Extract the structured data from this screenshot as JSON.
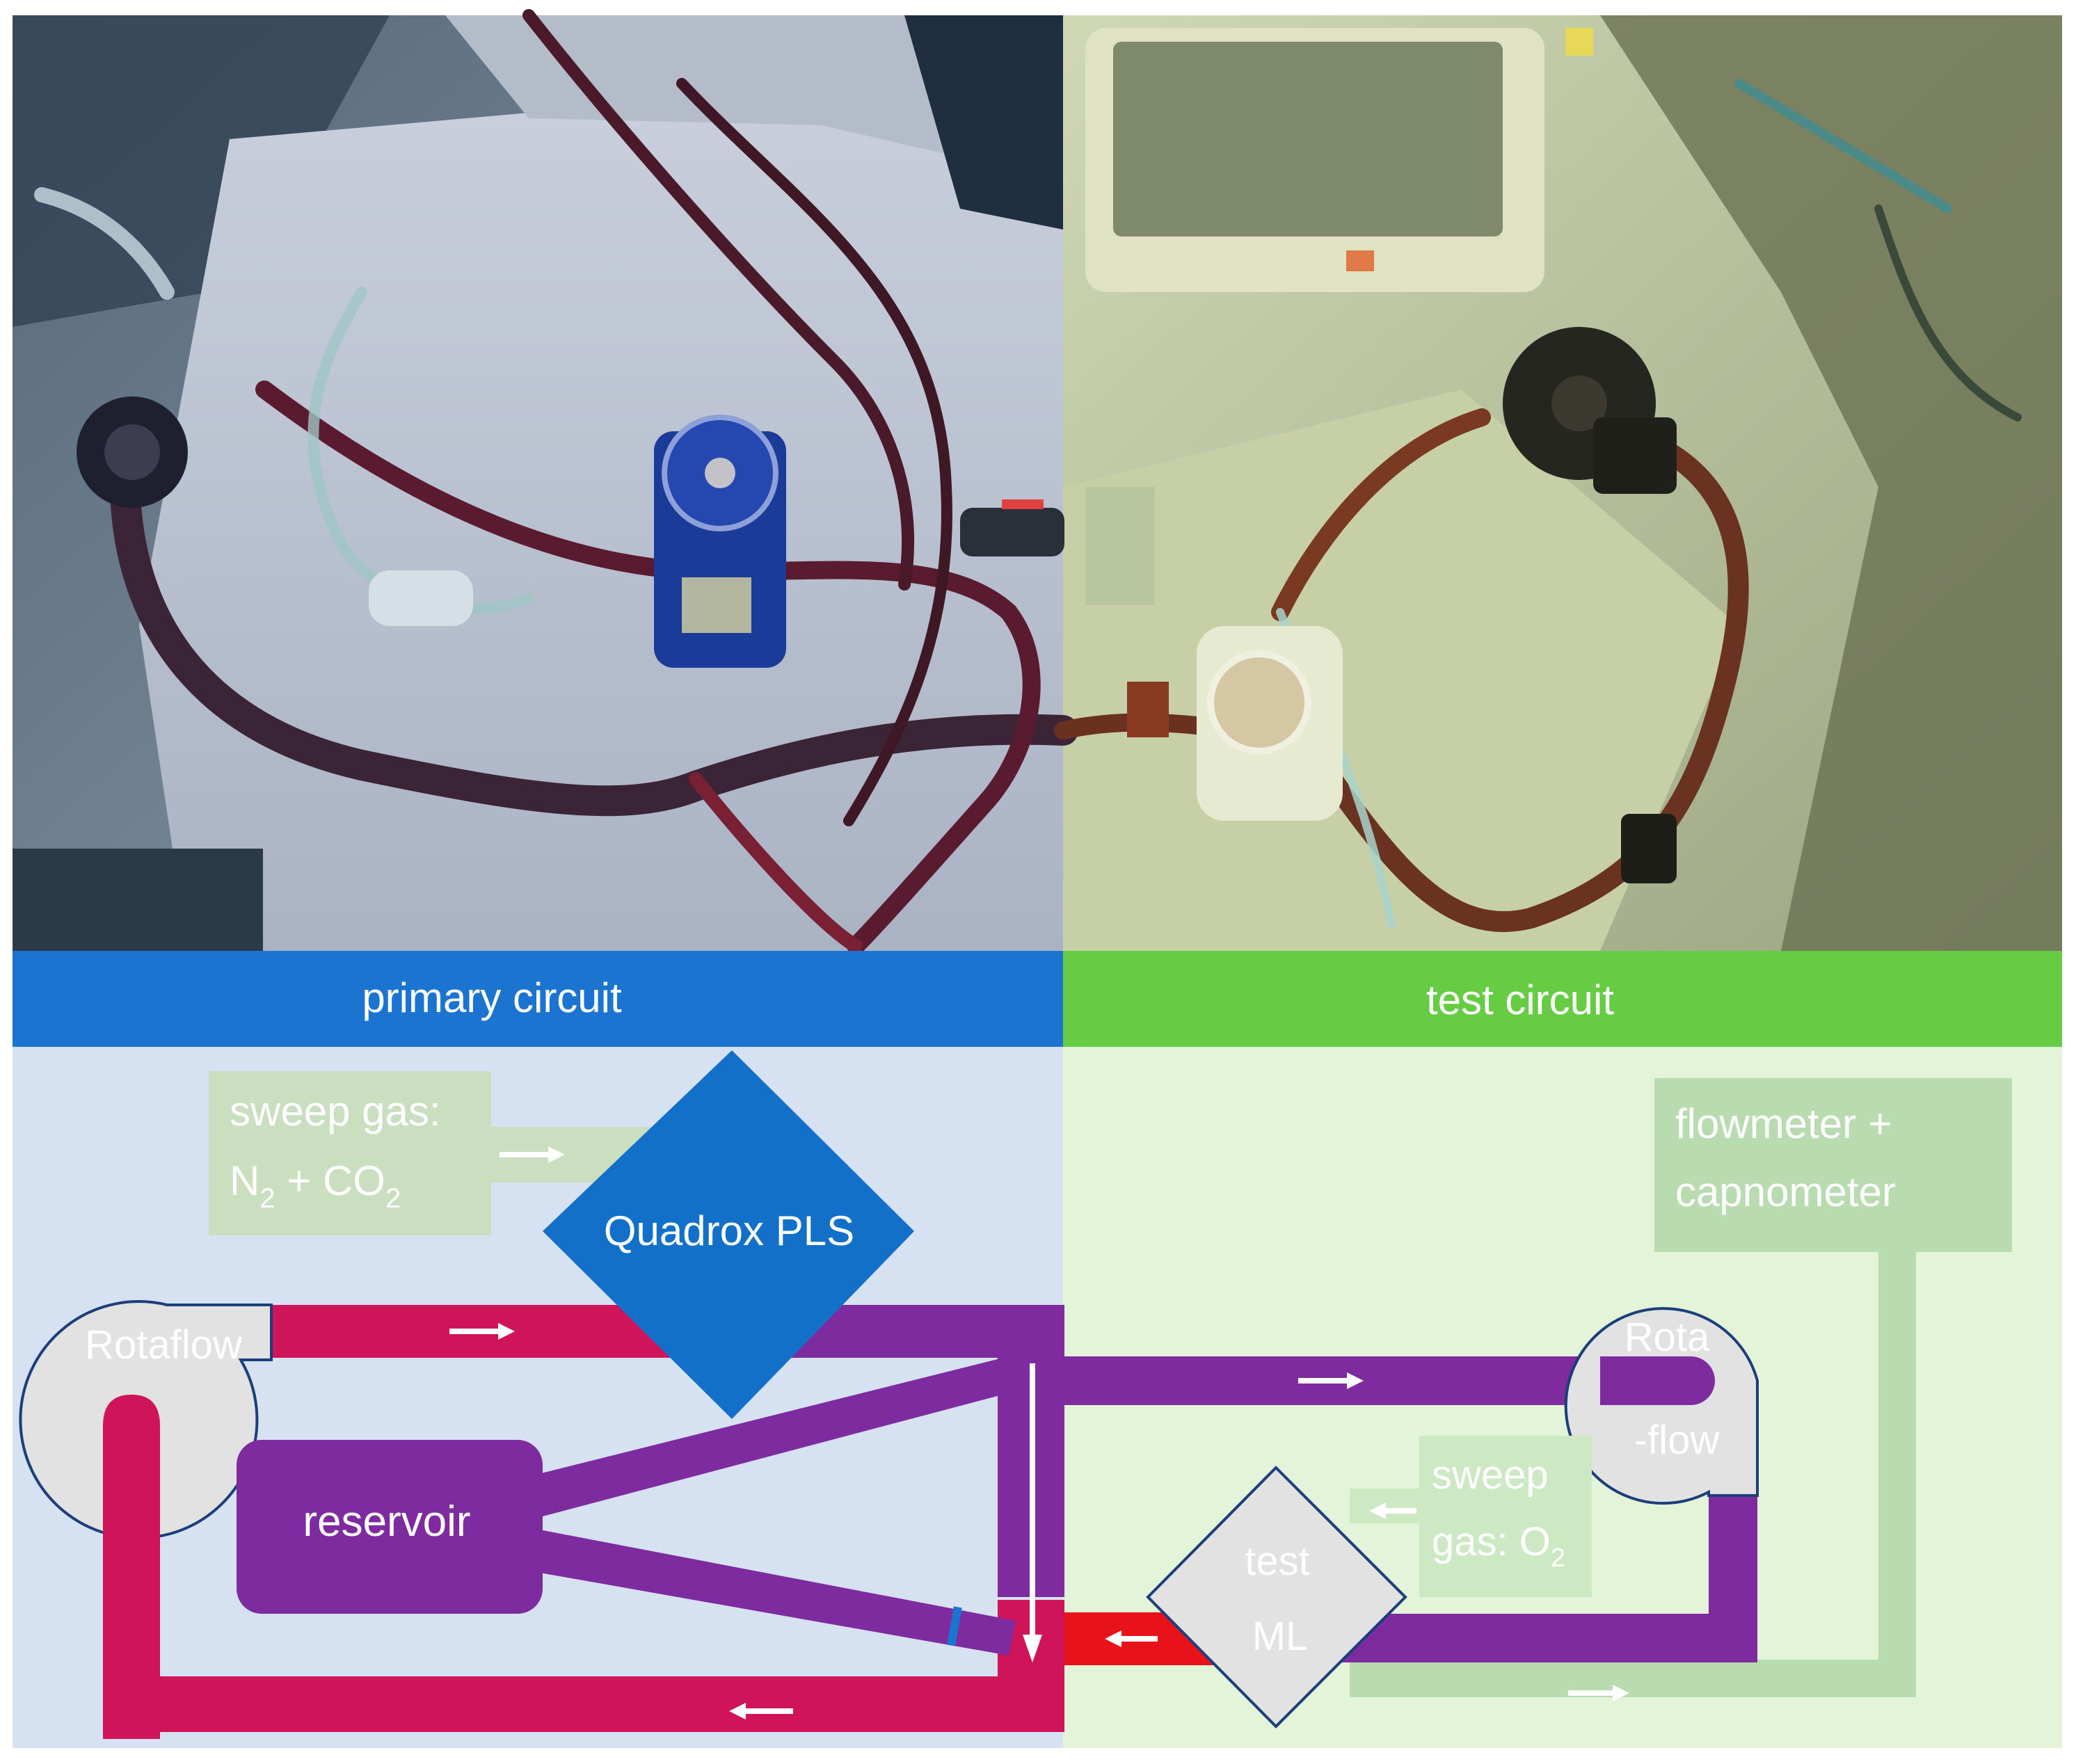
{
  "headers": {
    "primary": "primary circuit",
    "test": "test circuit"
  },
  "labels": {
    "sweep_gas_primary_line1": "sweep gas:",
    "sweep_gas_primary_line2_a": "N",
    "sweep_gas_primary_line2_sub1": "2",
    "sweep_gas_primary_line2_b": " + CO",
    "sweep_gas_primary_line2_sub2": "2",
    "quadrox": "Quadrox PLS",
    "rotaflow_primary": "Rotaflow",
    "reservoir": "reservoir",
    "flowmeter_line1": "flowmeter +",
    "flowmeter_line2": "capnometer",
    "rota_line1": "Rota",
    "rota_line2": "-flow",
    "sweep_test_line1": "sweep",
    "sweep_test_line2_a": "gas: O",
    "sweep_test_line2_sub": "2",
    "test_ml_line1": "test",
    "test_ml_line2": "ML"
  },
  "colors": {
    "primary_header": "#1a74d0",
    "test_header": "#66cc44",
    "primary_bg": "#d6e2f2",
    "test_bg": "#e3f4d9",
    "arterial_tube": "#d0145a",
    "venous_tube": "#7e2ba0",
    "oxygenated_red": "#e8121a",
    "oxygenator": "#1270c8",
    "gas_green": "#b8dcb0",
    "pump_grey": "#e2e2e2"
  }
}
